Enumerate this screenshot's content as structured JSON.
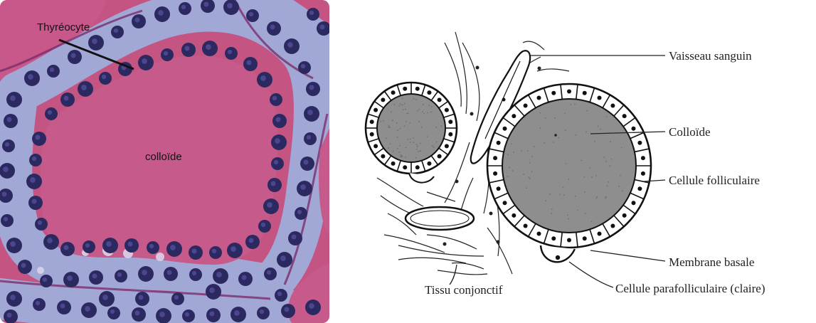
{
  "micrograph": {
    "labels": {
      "thyreocyte": "Thyréocyte",
      "colloide": "colloïde"
    }
  },
  "diagram": {
    "labels": {
      "vaisseau": "Vaisseau sanguin",
      "colloide": "Colloïde",
      "cellule_folliculaire": "Cellule folliculaire",
      "membrane_basale": "Membrane basale",
      "cellule_parafolliculaire": "Cellule parafolliculaire (claire)",
      "tissu_conjonctif": "Tissu conjonctif"
    }
  },
  "colors": {
    "colloid_pink": "#c45583",
    "epithelium": "#9fa6d3",
    "nucleus": "#2c2960",
    "colloid_gray": "#8e8e8e"
  }
}
